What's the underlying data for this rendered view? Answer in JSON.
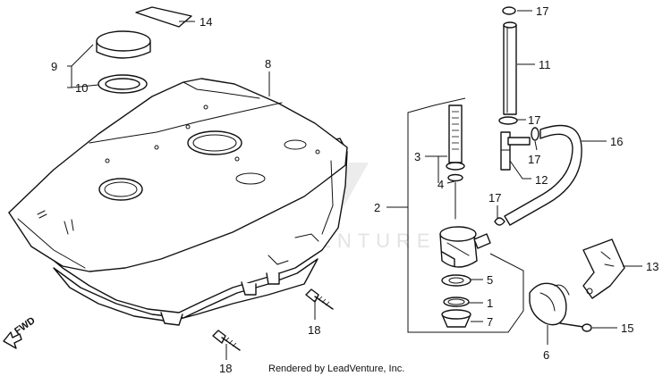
{
  "watermark": "LEADVENTURE",
  "credit": "Rendered by LeadVenture, Inc.",
  "fwd_label": "FWD",
  "callouts": {
    "c1": "1",
    "c2": "2",
    "c3": "3",
    "c4": "4",
    "c5": "5",
    "c6": "6",
    "c7": "7",
    "c8": "8",
    "c9": "9",
    "c10": "10",
    "c11": "11",
    "c12": "12",
    "c13": "13",
    "c14": "14",
    "c15": "15",
    "c16": "16",
    "c17a": "17",
    "c17b": "17",
    "c17c": "17",
    "c17d": "17",
    "c18a": "18",
    "c18b": "18"
  }
}
